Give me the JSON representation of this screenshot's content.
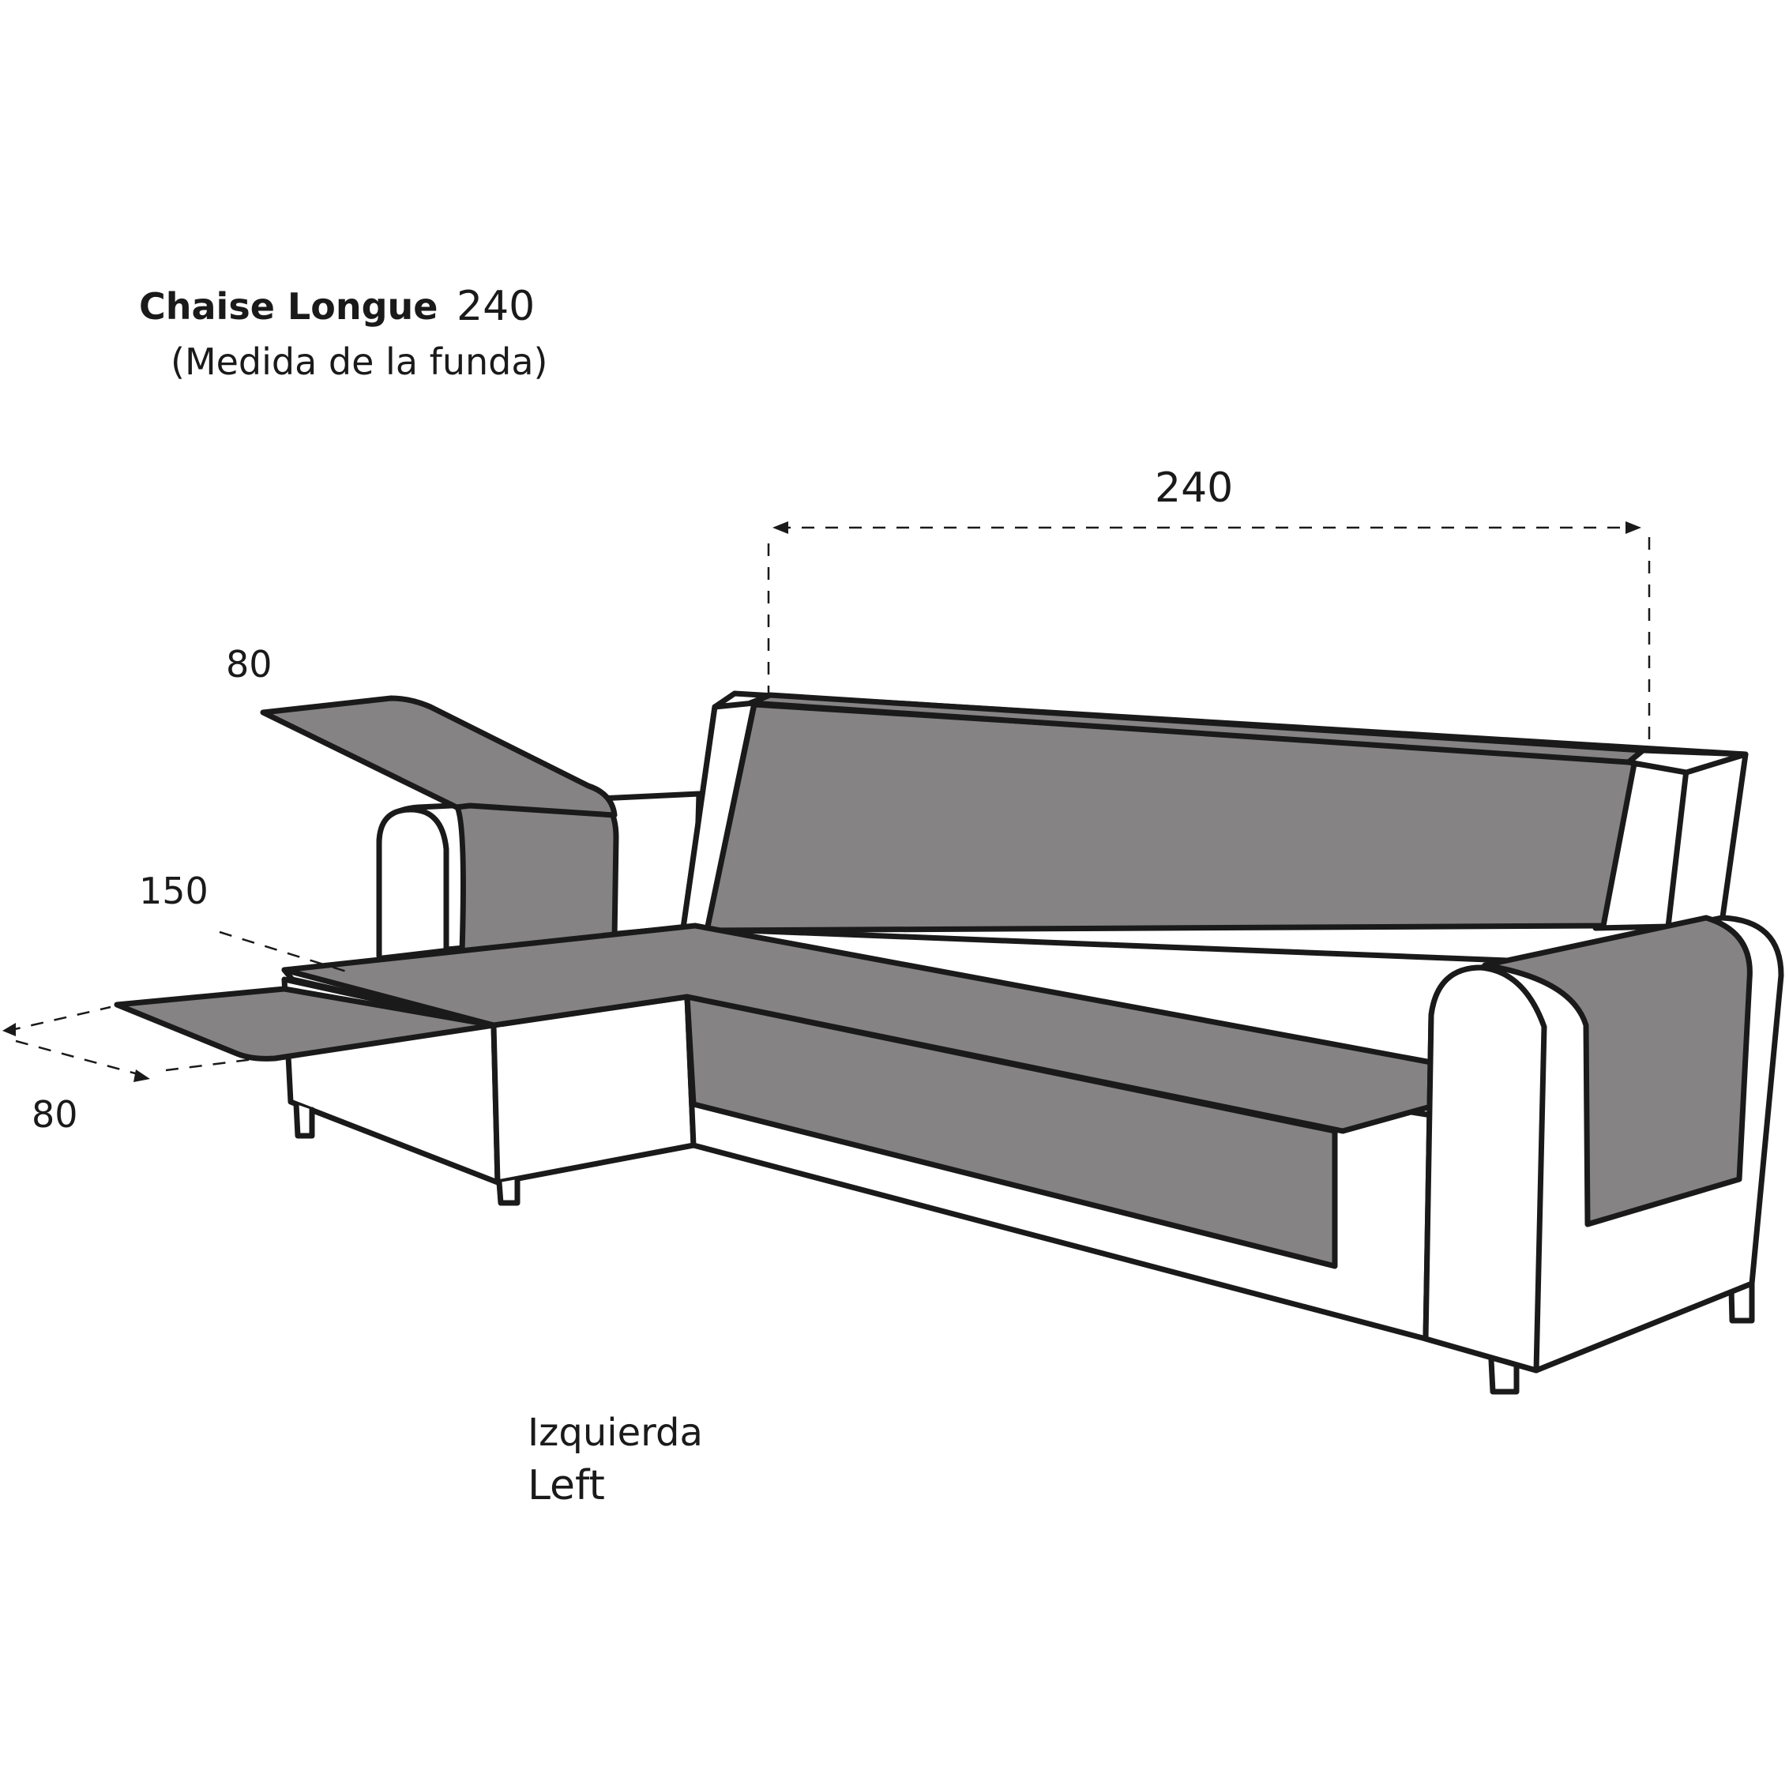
{
  "header": {
    "model_name": "Chaise Longue",
    "model_size": "240",
    "subtitle": "(Medida de la funda)"
  },
  "dimensions": {
    "sofa_width": "240",
    "arm_cover_width": "80",
    "chaise_length": "150",
    "chaise_width": "80"
  },
  "orientation": {
    "es": "Izquierda",
    "en": "Left"
  },
  "colors": {
    "cover": "#858383",
    "outline": "#1a1a1a",
    "sofa_body": "#ffffff"
  }
}
